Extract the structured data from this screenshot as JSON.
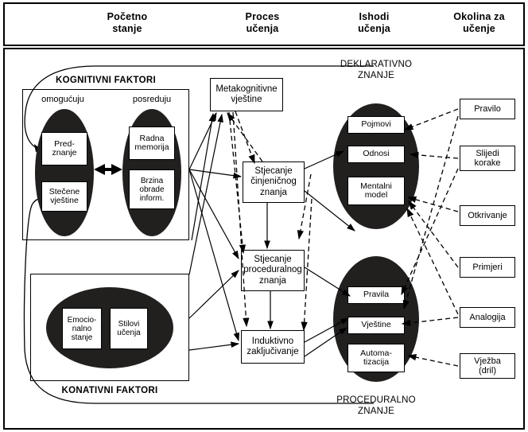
{
  "title": "Model ucenja - pocetno stanje, proces, ishodi, okolina",
  "header": {
    "columns": [
      {
        "id": "pocetno-stanje",
        "line1": "Početno",
        "line2": "stanje"
      },
      {
        "id": "proces-ucenja",
        "line1": "Proces",
        "line2": "učenja"
      },
      {
        "id": "ishodi-ucenja",
        "line1": "Ishodi",
        "line2": "učenja"
      },
      {
        "id": "okolina-za-ucenje",
        "line1": "Okolina za",
        "line2": "učenje"
      }
    ]
  },
  "initial_state": {
    "cognitive": {
      "title": "KOGNITIVNI FAKTORI",
      "sub_left": "omogućuju",
      "sub_right": "posreduju",
      "left_nodes": [
        "Pred-\nznanje",
        "Stečene\nvještine"
      ],
      "right_nodes": [
        "Radna\nmemorija",
        "Brzina\nobrade\ninform."
      ]
    },
    "conative": {
      "title": "KONATIVNI FAKTORI",
      "nodes": [
        "Emocio-\nnalno\nstanje",
        "Stilovi\nučenja"
      ]
    }
  },
  "process": {
    "boxes": [
      {
        "id": "metakognitivne-vjestine",
        "text": "Metakognitivne\nvještine"
      },
      {
        "id": "stjecanje-cinjenicnog-znanja",
        "text": "Stjecanje\nčinjeničnog\nznanja"
      },
      {
        "id": "stjecanje-proceduralnog-znanja",
        "text": "Stjecanje\nproceduralnog\nznanja"
      },
      {
        "id": "induktivno-zakljucivanje",
        "text": "Induktivno\nzaključivanje"
      }
    ]
  },
  "outcomes": {
    "declarative": {
      "caption": "DEKLARATIVNO\nZNANJE",
      "nodes": [
        "Pojmovi",
        "Odnosi",
        "Mentalni\nmodel"
      ]
    },
    "procedural": {
      "caption": "PROCEDURALNO\nZNANJE",
      "nodes": [
        "Pravila",
        "Vještine",
        "Automa-\ntizacija"
      ]
    }
  },
  "environment": {
    "boxes": [
      {
        "id": "pravilo",
        "text": "Pravilo"
      },
      {
        "id": "slijedi-korake",
        "text": "Slijedi\nkorake"
      },
      {
        "id": "otkrivanje",
        "text": "Otkrivanje"
      },
      {
        "id": "primjeri",
        "text": "Primjeri"
      },
      {
        "id": "analogija",
        "text": "Analogija"
      },
      {
        "id": "vjezba-dril",
        "text": "Vježba\n(dril)"
      }
    ]
  },
  "colors": {
    "ellipse_fill": "#221f1f",
    "line": "#000000",
    "background": "#ffffff"
  }
}
